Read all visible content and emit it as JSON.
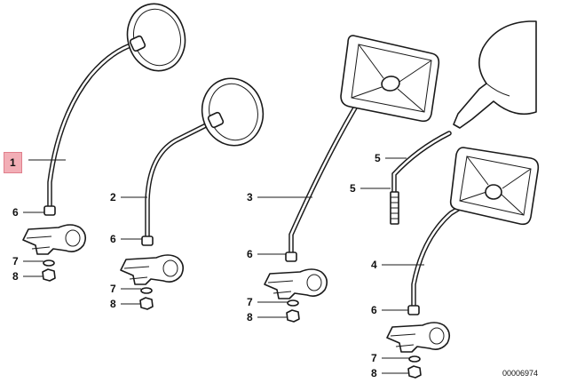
{
  "callouts": {
    "c1": "1",
    "c2": "2",
    "c3": "3",
    "c4": "4",
    "c5a": "5",
    "c5b": "5",
    "c6a": "6",
    "c6b": "6",
    "c6c": "6",
    "c6d": "6",
    "c7a": "7",
    "c7b": "7",
    "c7c": "7",
    "c7d": "7",
    "c8a": "8",
    "c8b": "8",
    "c8c": "8",
    "c8d": "8"
  },
  "highlight_color": "#f2aeb6",
  "doc_number": "00006974"
}
